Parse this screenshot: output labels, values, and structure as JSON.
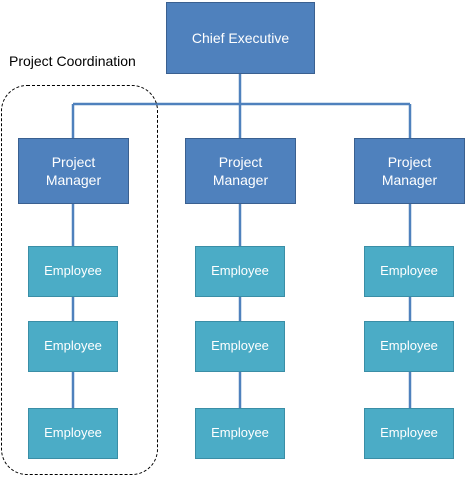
{
  "chief_executive": "Chief Executive",
  "group_label": "Project Coordination",
  "managers": [
    {
      "label": "Project\nManager",
      "employees": [
        "Employee",
        "Employee",
        "Employee"
      ]
    },
    {
      "label": "Project\nManager",
      "employees": [
        "Employee",
        "Employee",
        "Employee"
      ]
    },
    {
      "label": "Project\nManager",
      "employees": [
        "Employee",
        "Employee",
        "Employee"
      ]
    }
  ],
  "colors": {
    "executive_fill": "#4f81bd",
    "manager_fill": "#4f81bd",
    "employee_fill": "#4bacc6",
    "connector": "#4f81bd",
    "group_border": "#000000"
  }
}
